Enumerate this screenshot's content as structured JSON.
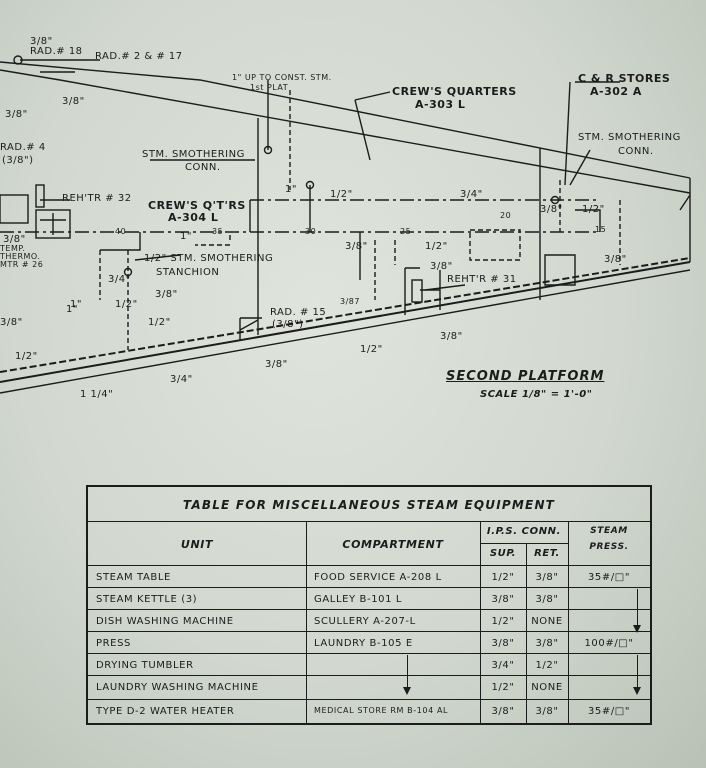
{
  "labels": {
    "rad18": "RAD.# 18",
    "rad2and17": "RAD.# 2 & # 17",
    "rad4": "RAD.# 4",
    "rad4size": "(3/8\")",
    "rehtr32": "REH'TR # 32",
    "thermo": "TEMP. THERMO. MTR # 26",
    "crewsQuarters": "CREW'S QUARTERS",
    "crewsQuartersNo": "A-303 L",
    "candrStores": "C & R STORES",
    "candrStoresNo": "A-302 A",
    "stmSmotheringConn1": "STM. SMOTHERING",
    "conn1": "CONN.",
    "stmSmotheringConn2": "STM. SMOTHERING",
    "conn2": "CONN.",
    "upToConst": "1\" UP TO CONST. STM.",
    "firstPlat": "1st PLAT",
    "crewsQtrs": "CREW'S Q'T'RS",
    "crewsQtrsNo": "A-304 L",
    "stmSmotheringStanchion": "1/2\" STM. SMOTHERING",
    "stanchion": "STANCHION",
    "rehtr31": "REHT'R # 31",
    "rad15": "RAD. # 15",
    "rad15size": "(3/8\")",
    "secondPlatform": "SECOND PLATFORM",
    "scale": "SCALE 1/8\" = 1'-0\""
  },
  "sizes": [
    "3/8\"",
    "3/8\"",
    "3/8\"",
    "1/2\"",
    "1/2\"",
    "1\"",
    "1\"",
    "1\"",
    "1/2\"",
    "3/4\"",
    "1/2\"",
    "3/8\"",
    "3/8\"",
    "1/2\"",
    "3/8\"",
    "3/8\"",
    "1/2\"",
    "3/4\"",
    "3/8\"",
    "3/8\"",
    "1\"",
    "1/2\"",
    "1 1/4\"",
    "3/4\"",
    "3/8\"",
    "3/8\"",
    "3/8\""
  ],
  "frames": [
    "30",
    "25",
    "20",
    "15",
    "35",
    "40",
    "3/87"
  ],
  "table": {
    "title": "TABLE FOR MISCELLANEOUS STEAM EQUIPMENT",
    "headers": {
      "unit": "UNIT",
      "compartment": "COMPARTMENT",
      "ips": "I.P.S. CONN.",
      "sup": "SUP.",
      "ret": "RET.",
      "steam": "STEAM",
      "press": "PRESS."
    },
    "rows": [
      {
        "unit": "STEAM TABLE",
        "compartment": "FOOD SERVICE A-208 L",
        "sup": "1/2\"",
        "ret": "3/8\"",
        "press": "35#/□\""
      },
      {
        "unit": "STEAM KETTLE (3)",
        "compartment": "GALLEY B-101 L",
        "sup": "3/8\"",
        "ret": "3/8\"",
        "press": ""
      },
      {
        "unit": "DISH WASHING MACHINE",
        "compartment": "SCULLERY A-207-L",
        "sup": "1/2\"",
        "ret": "NONE",
        "press": ""
      },
      {
        "unit": "PRESS",
        "compartment": "LAUNDRY B-105 E",
        "sup": "3/8\"",
        "ret": "3/8\"",
        "press": "100#/□\""
      },
      {
        "unit": "DRYING TUMBLER",
        "compartment": "",
        "sup": "3/4\"",
        "ret": "1/2\"",
        "press": ""
      },
      {
        "unit": "LAUNDRY WASHING MACHINE",
        "compartment": "",
        "sup": "1/2\"",
        "ret": "NONE",
        "press": ""
      },
      {
        "unit": "TYPE D-2 WATER HEATER",
        "compartment": "MEDICAL STORE RM B-104 AL",
        "sup": "3/8\"",
        "ret": "3/8\"",
        "press": "35#/□\""
      }
    ]
  }
}
